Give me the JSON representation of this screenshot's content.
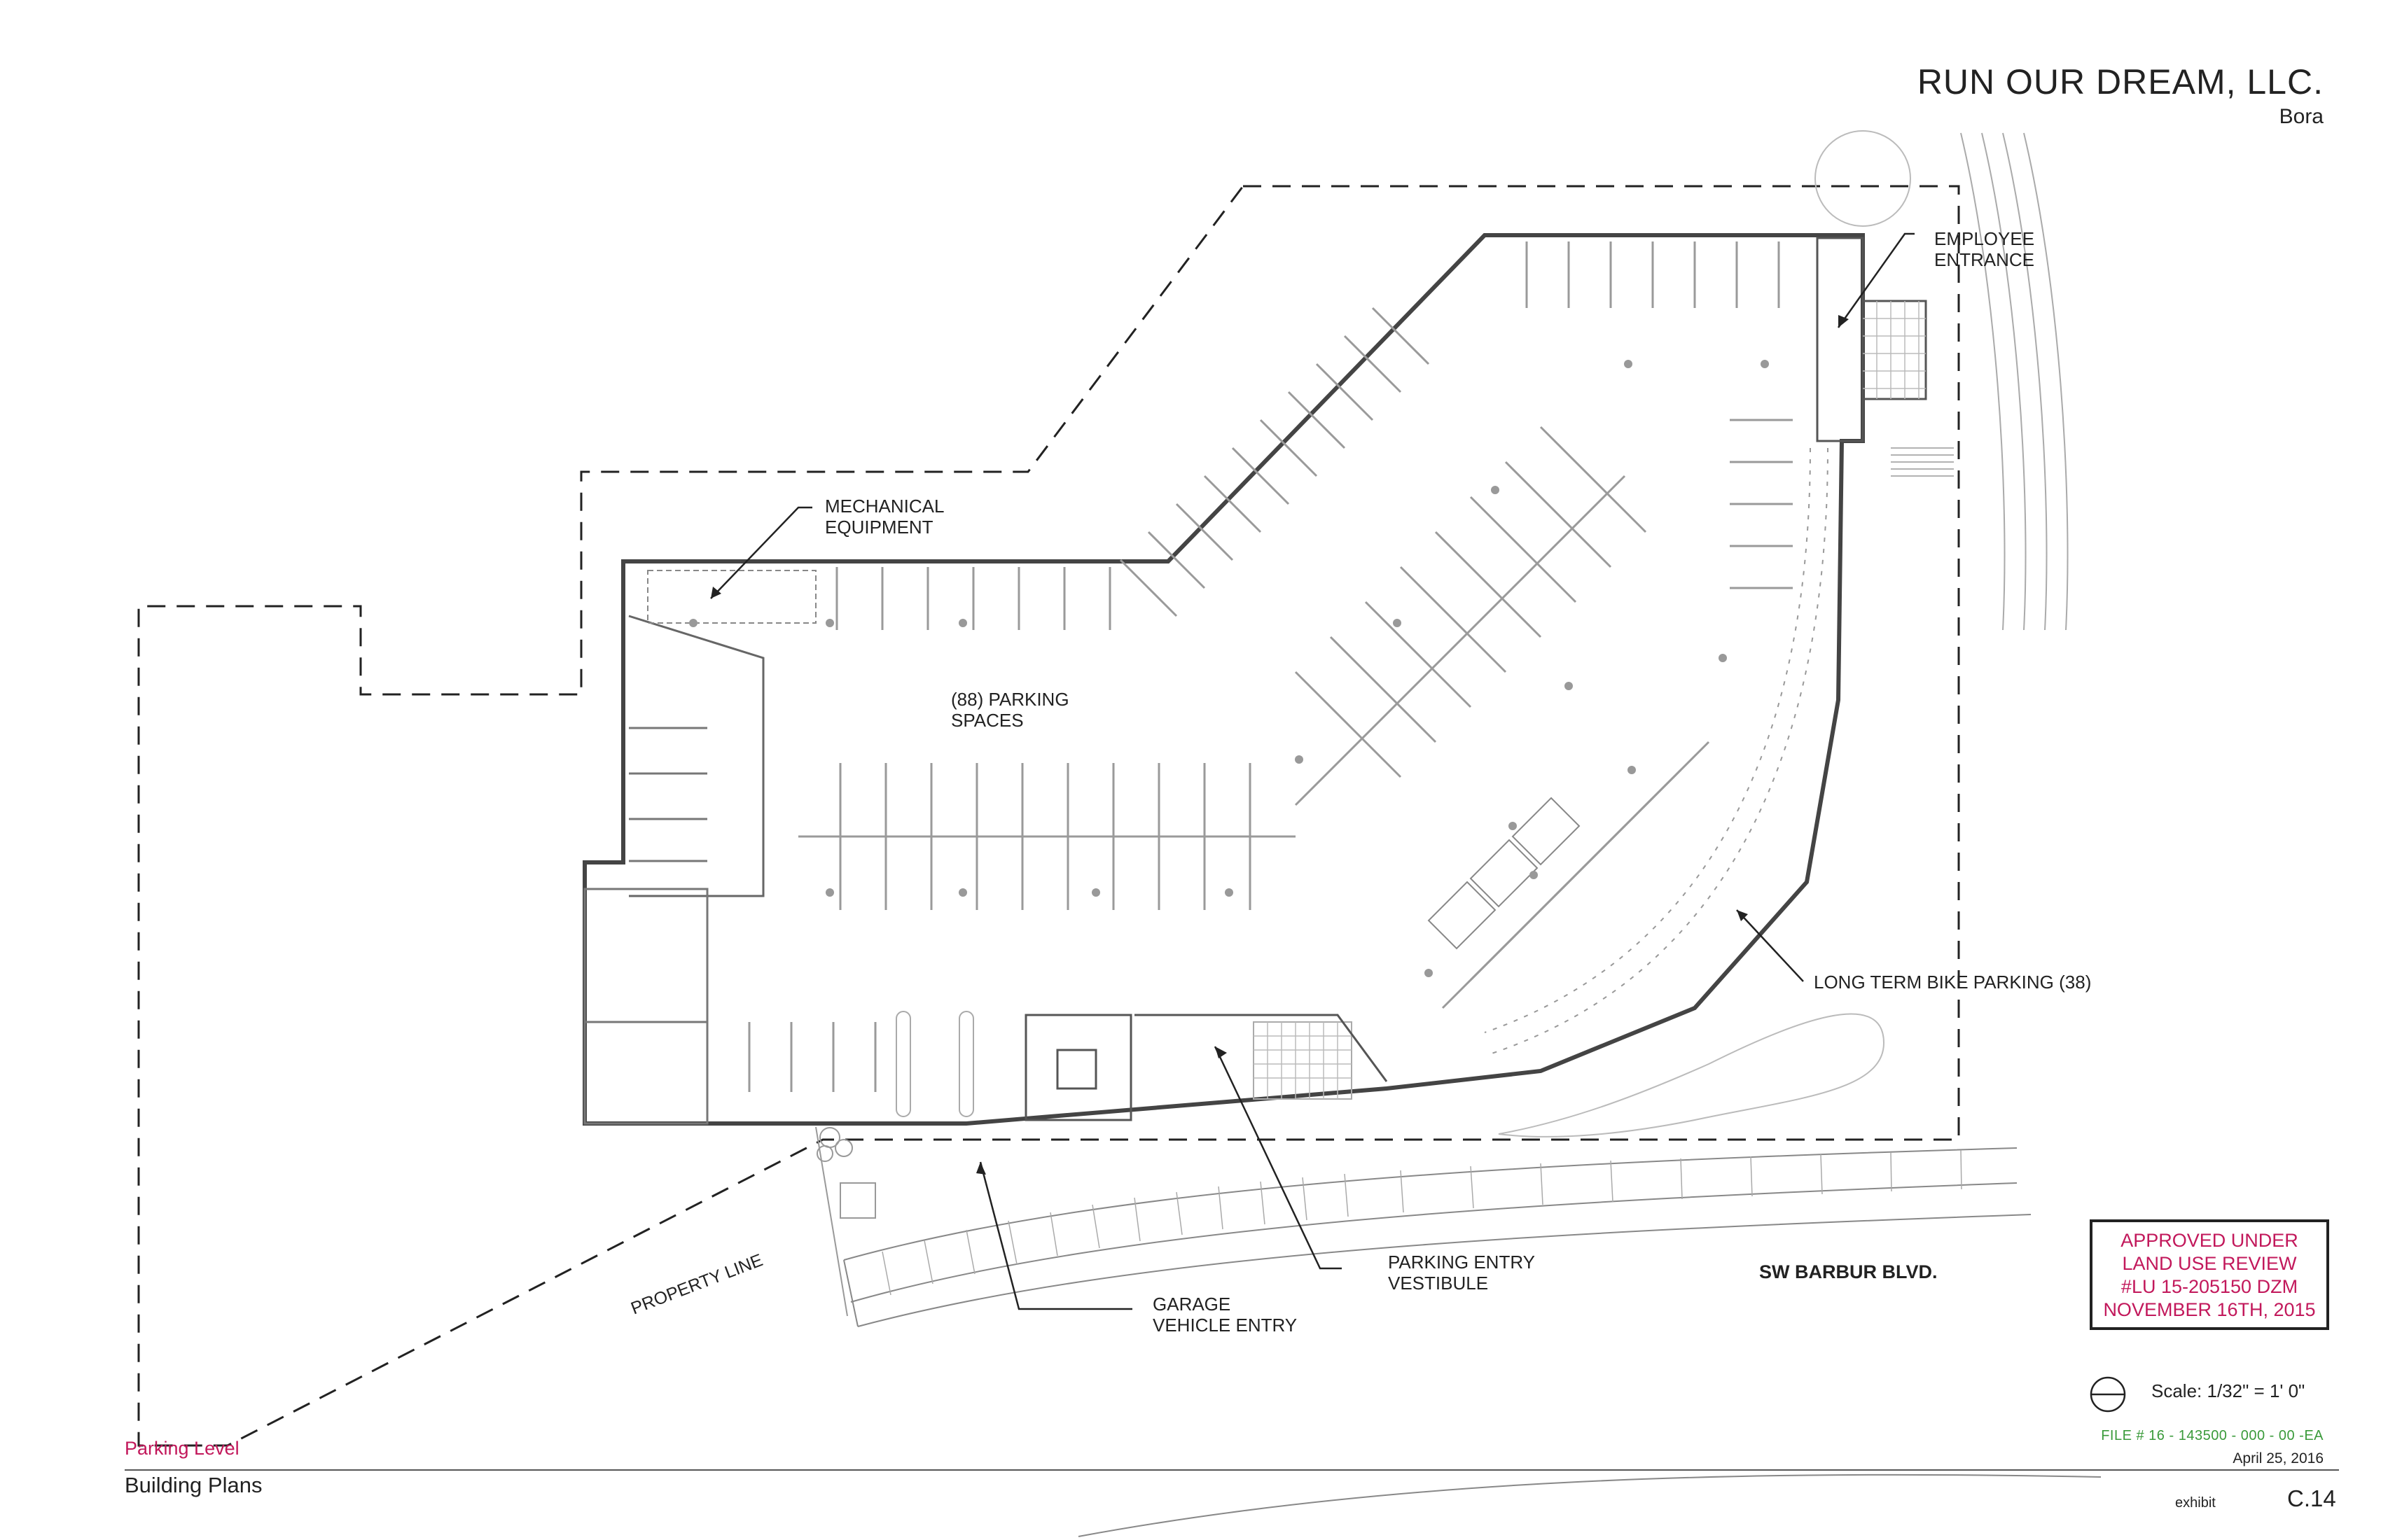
{
  "title_block": {
    "firm_name": "RUN OUR DREAM, LLC.",
    "project_name": "Bora",
    "level_label": "Parking Level",
    "sheet_title": "Building Plans",
    "scale_label": "Scale: 1/32\" = 1' 0\"",
    "file_number": "FILE # 16 - 143500 - 000 - 00 -EA",
    "date": "April 25, 2016",
    "exhibit_label": "exhibit",
    "sheet_number": "C.14"
  },
  "approval_stamp": {
    "lines": [
      "APPROVED UNDER",
      "LAND USE REVIEW",
      "#LU 15-205150 DZM",
      "NOVEMBER 16TH, 2015"
    ],
    "color": "#c2185b"
  },
  "annotations": {
    "mechanical": [
      "MECHANICAL",
      "EQUIPMENT"
    ],
    "parking_spaces": [
      "(88) PARKING",
      "SPACES"
    ],
    "employee_entrance": [
      "EMPLOYEE",
      "ENTRANCE"
    ],
    "bike_parking": "LONG TERM BIKE PARKING (38)",
    "entry_vestibule": [
      "PARKING ENTRY",
      "VESTIBULE"
    ],
    "garage_entry": [
      "GARAGE",
      "VEHICLE ENTRY"
    ],
    "street": "SW BARBUR BLVD.",
    "property_line": "PROPERTY LINE"
  },
  "colors": {
    "line": "#222222",
    "light": "#9a9a9a",
    "accent": "#c2185b",
    "file_green": "#3a9a3a"
  }
}
